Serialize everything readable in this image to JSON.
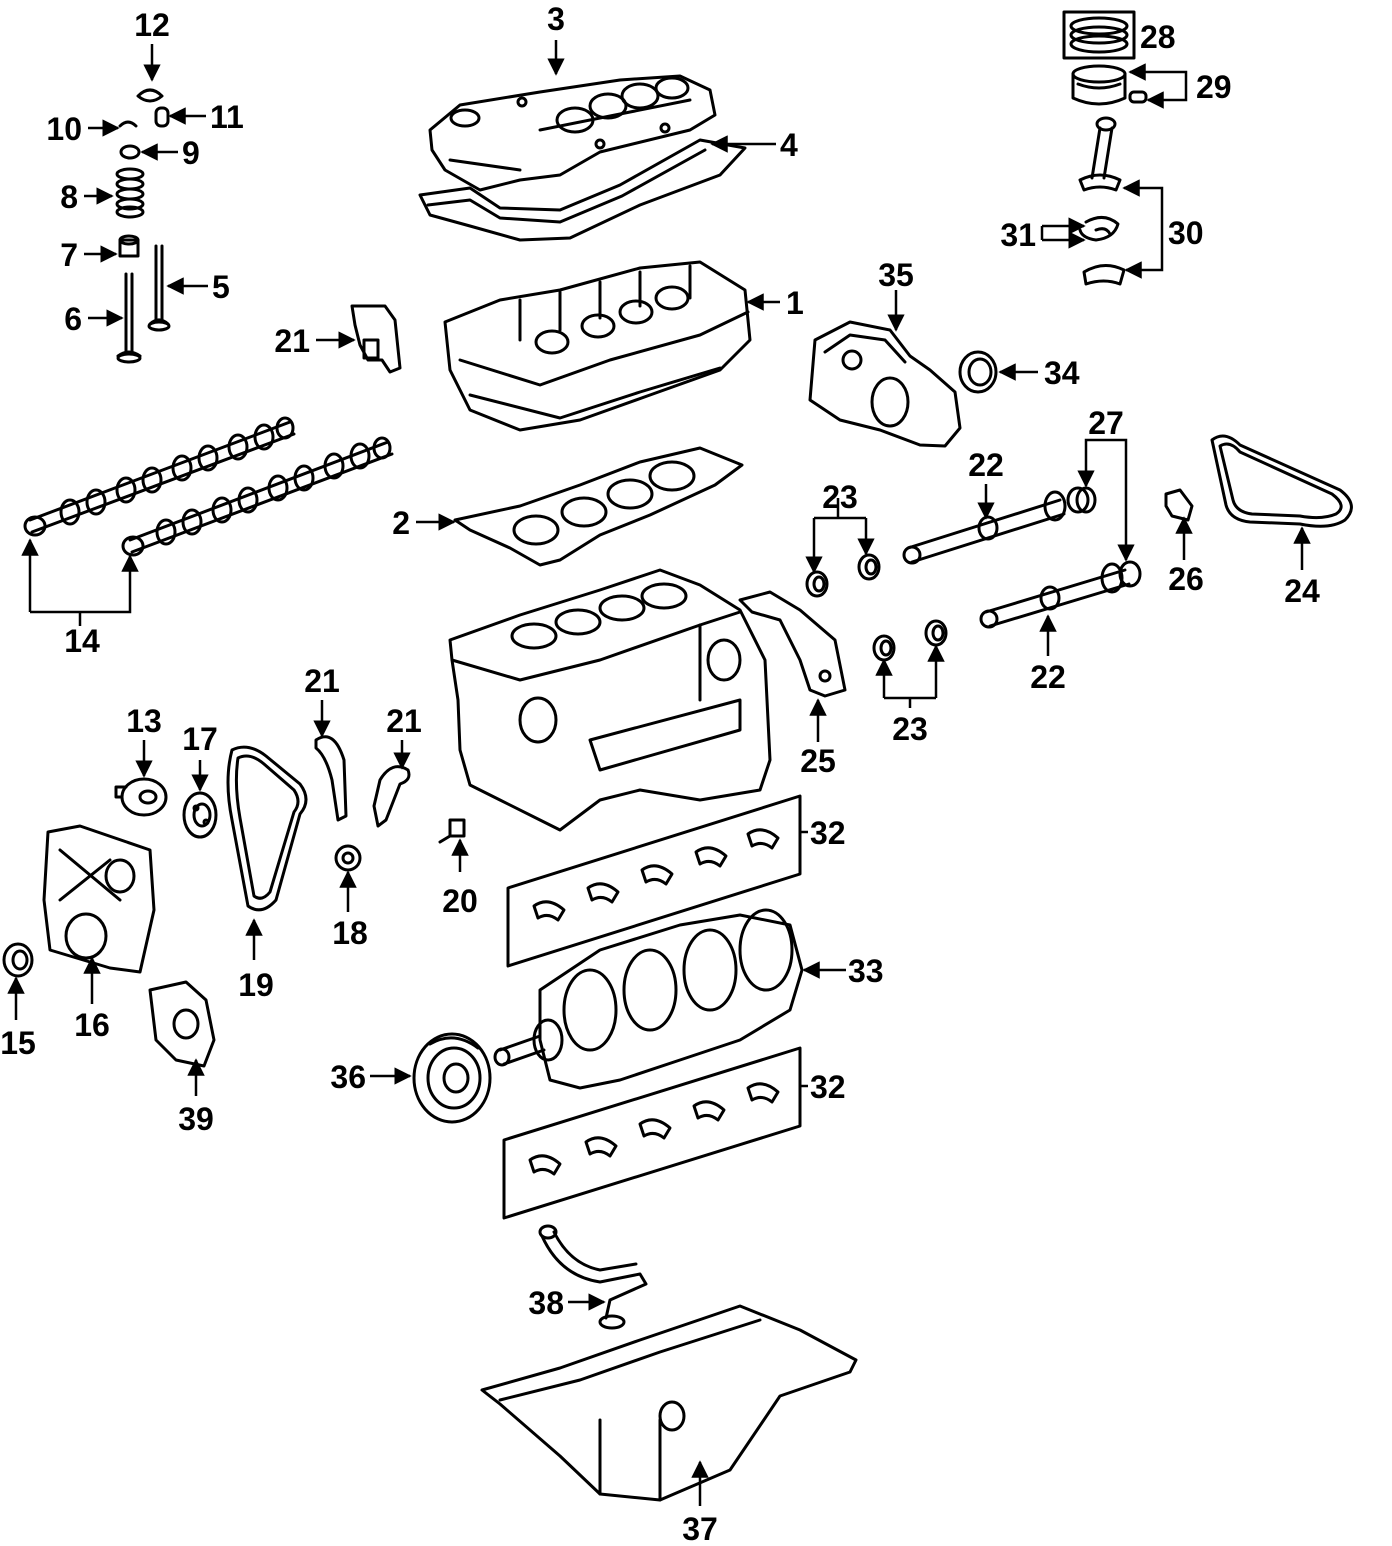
{
  "colors": {
    "ink": "#000000",
    "paper": "#ffffff"
  },
  "callouts": {
    "c1": "1",
    "c2": "2",
    "c3": "3",
    "c4": "4",
    "c5": "5",
    "c6": "6",
    "c7": "7",
    "c8": "8",
    "c9": "9",
    "c10": "10",
    "c11": "11",
    "c12": "12",
    "c13": "13",
    "c14": "14",
    "c15": "15",
    "c16": "16",
    "c17": "17",
    "c18": "18",
    "c19": "19",
    "c20": "20",
    "c21": "21",
    "c22": "22",
    "c23": "23",
    "c24": "24",
    "c25": "25",
    "c26": "26",
    "c27": "27",
    "c28": "28",
    "c29": "29",
    "c30": "30",
    "c31": "31",
    "c32": "32",
    "c33": "33",
    "c34": "34",
    "c35": "35",
    "c36": "36",
    "c37": "37",
    "c38": "38",
    "c39": "39"
  }
}
